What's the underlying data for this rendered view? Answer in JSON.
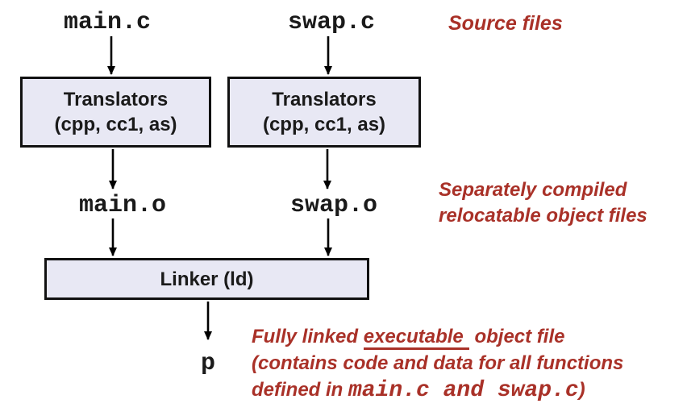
{
  "colors": {
    "annotation_red": "#A93128",
    "box_fill": "#E8E8F4",
    "box_border": "#111111",
    "arrow_black": "#000000",
    "label_black": "#1A1A1A",
    "background": "#FFFFFF"
  },
  "diagram": {
    "source1": "main.c",
    "source2": "swap.c",
    "translator1": {
      "line1": "Translators",
      "line2": "(cpp, cc1, as)"
    },
    "translator2": {
      "line1": "Translators",
      "line2": "(cpp, cc1, as)"
    },
    "object1": "main.o",
    "object2": "swap.o",
    "linker": "Linker (ld)",
    "program": "p"
  },
  "annotations": {
    "source_files": "Source files",
    "relocatable": {
      "line1": "Separately compiled",
      "line2": "relocatable object files"
    },
    "executable": {
      "line1_pre": "Fully linked ",
      "line1_underline": "executable",
      "line1_post": " object file",
      "line2": "(contains code and data for all functions",
      "line3_pre": "defined in ",
      "line3_code": "main.c and swap.c",
      "line3_post": ")"
    }
  }
}
